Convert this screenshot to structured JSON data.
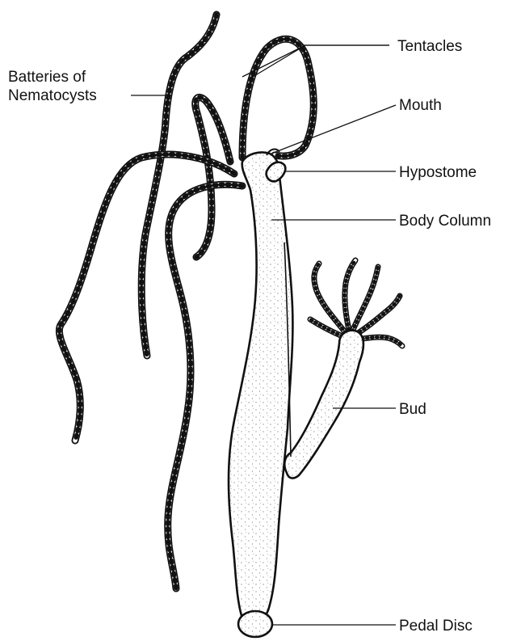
{
  "labels": {
    "tentacles": "Tentacles",
    "batteries_line1": "Batteries of",
    "batteries_line2": "Nematocysts",
    "mouth": "Mouth",
    "hypostome": "Hypostome",
    "body_column": "Body Column",
    "bud": "Bud",
    "pedal_disc": "Pedal Disc"
  },
  "colors": {
    "ink": "#111111",
    "background": "#ffffff"
  }
}
